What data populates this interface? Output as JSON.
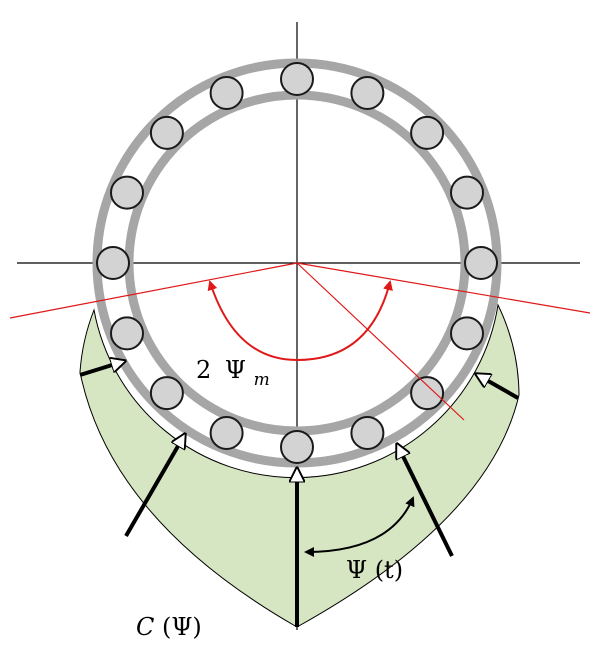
{
  "labels": {
    "angle_coeff": "2",
    "angle_symbol": "Ψ",
    "angle_sub": "m",
    "psi_symbol": "Ψ",
    "psi_args": "(t)",
    "c_letter": "C",
    "c_args": "(Ψ)"
  },
  "colors": {
    "ring": "#a6a6a6",
    "ball_fill": "#d3d3d3",
    "load_zone": "#d6e6c3",
    "angle_lines": "#e01818",
    "axes": "#000000",
    "arrows": "#000000"
  },
  "bearing": {
    "ball_count": 16,
    "loaded_ball_count": 5
  }
}
